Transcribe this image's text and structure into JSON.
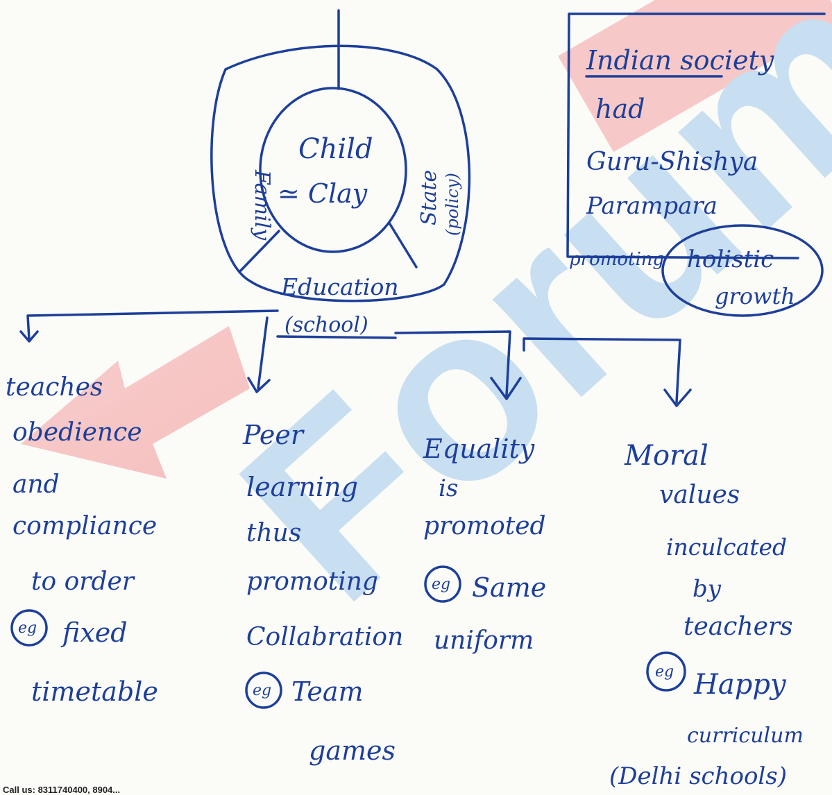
{
  "watermark": {
    "text": "Forum"
  },
  "center": {
    "line1": "Child",
    "line2": "≃ Clay"
  },
  "ring": {
    "left": "Family",
    "right_line1": "State",
    "right_line2": "(policy)",
    "bottom_line1": "Education",
    "bottom_line2": "(school)"
  },
  "side_box": {
    "lines": [
      "Indian society",
      "had",
      "Guru-Shishya",
      "Parampara",
      "promoting"
    ],
    "circled_line1": "holistic",
    "circled_line2": "growth"
  },
  "branches": [
    {
      "lines": [
        "teaches",
        "obedience",
        "and",
        "compliance",
        "to order"
      ],
      "eg_label": "eg",
      "example_lines": [
        "fixed",
        "timetable"
      ]
    },
    {
      "lines": [
        "Peer",
        "learning",
        "thus",
        "promoting",
        "Collabration"
      ],
      "eg_label": "eg",
      "example_lines": [
        "Team",
        "games"
      ]
    },
    {
      "lines": [
        "Equality",
        "is",
        "promoted"
      ],
      "eg_label": "eg",
      "example_lines": [
        "Same",
        "uniform"
      ]
    },
    {
      "lines": [
        "Moral",
        "values",
        "inculcated",
        "by",
        "teachers"
      ],
      "eg_label": "eg",
      "example_lines": [
        "Happy",
        "curriculum",
        "(Delhi schools)"
      ]
    }
  ],
  "footer": {
    "text": "Call us: 8311740400, 8904..."
  }
}
